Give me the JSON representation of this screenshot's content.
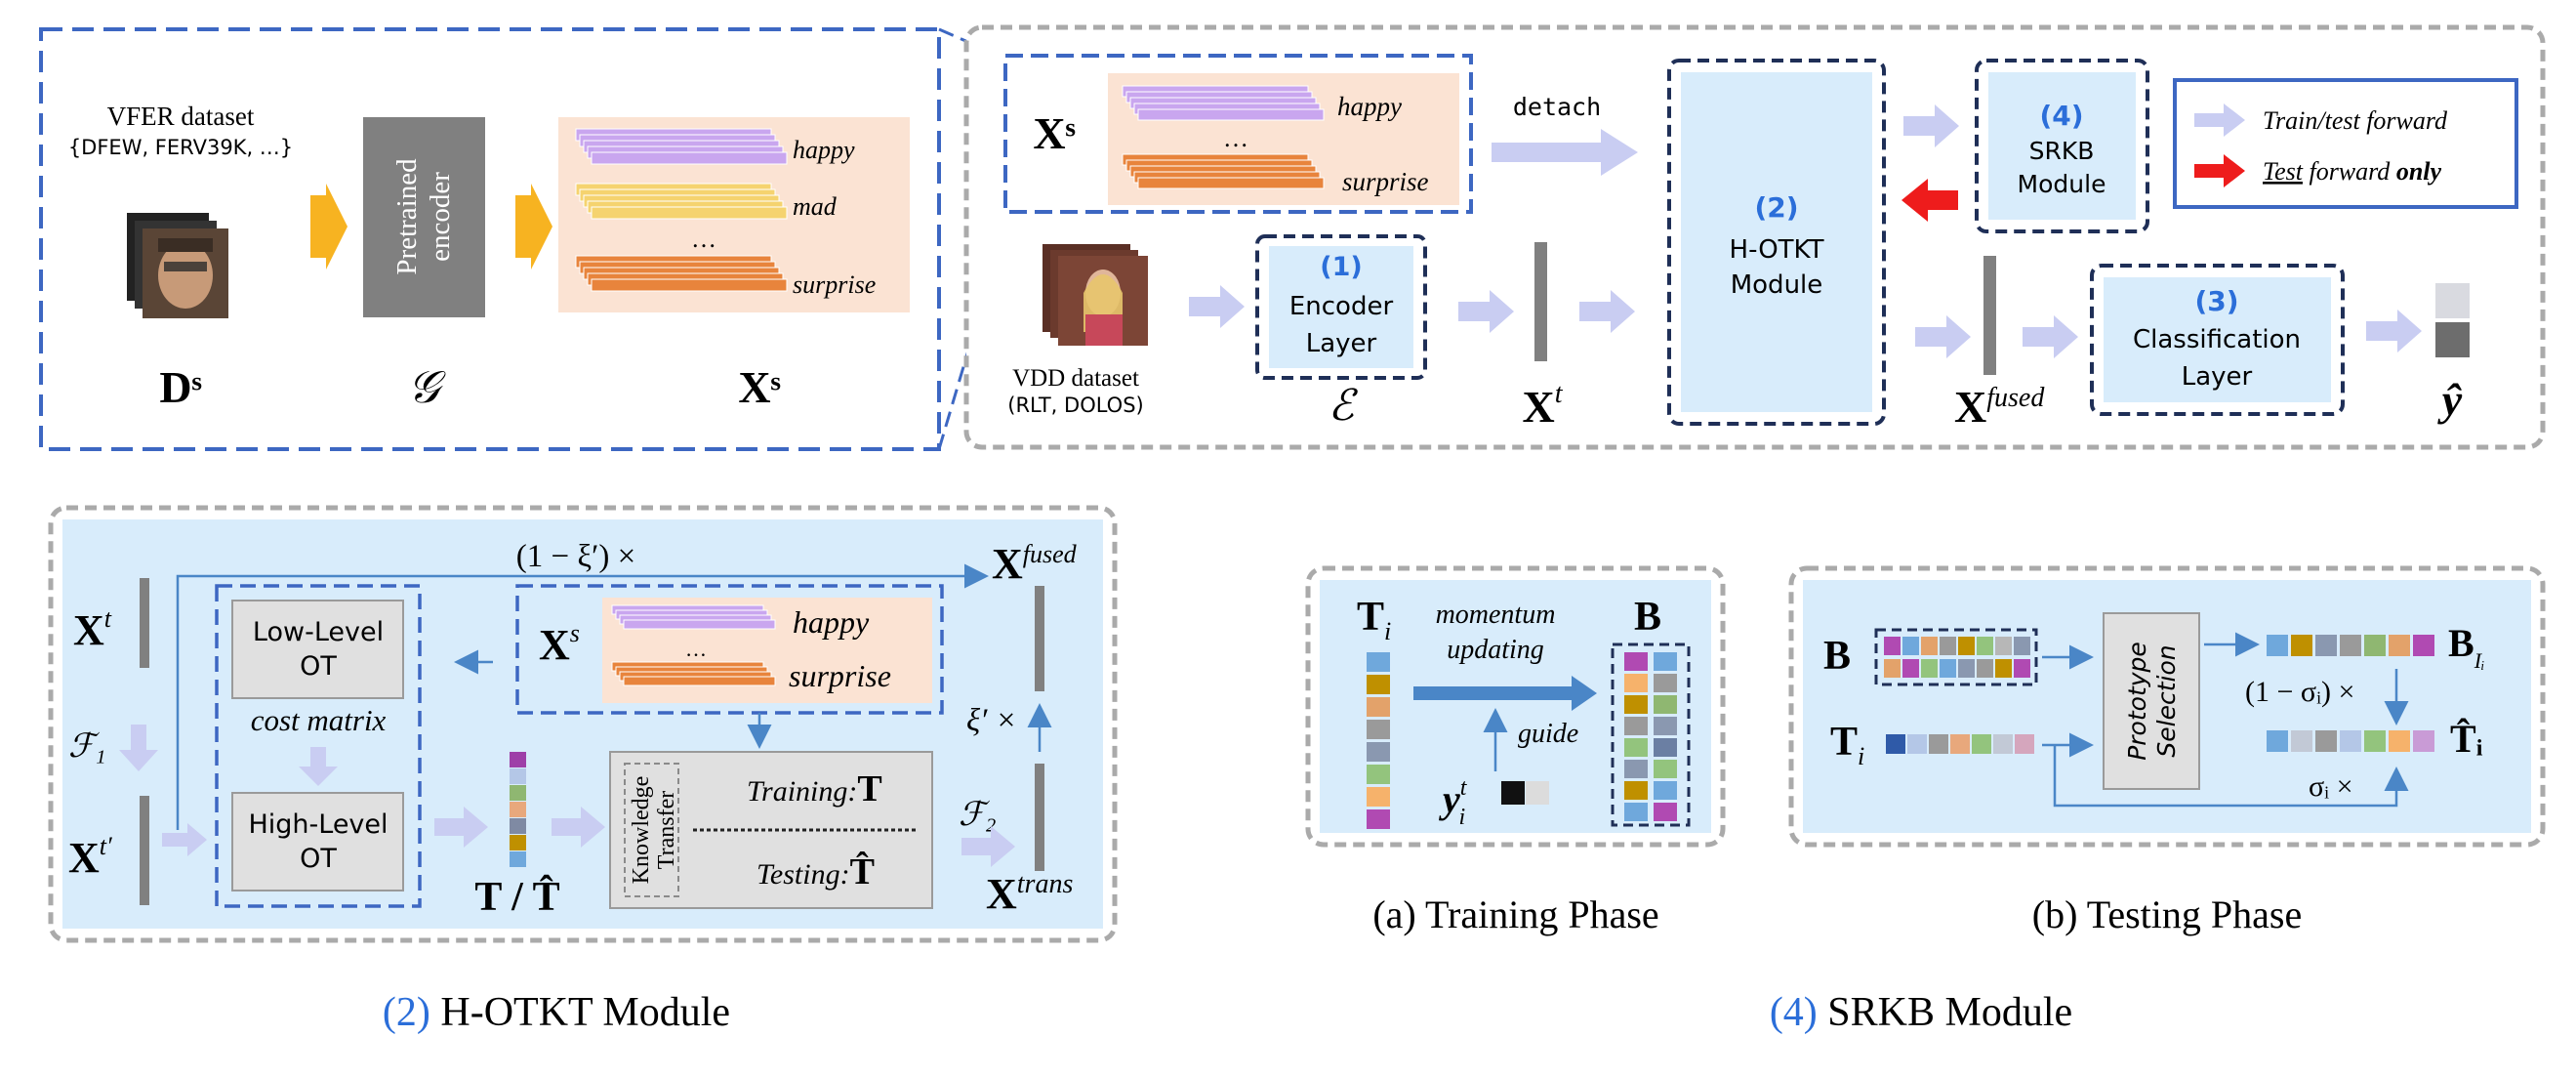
{
  "pipeline": {
    "source": {
      "dataset_title": "VFER dataset",
      "dataset_list": "{DFEW, FERV39K, …}",
      "encoder_label": "Pretrained\nencoder",
      "label_Ds": "Dˢ",
      "label_G": "𝒢",
      "label_Xs": "Xˢ",
      "classes": [
        "happy",
        "mad",
        "…",
        "surprise"
      ]
    },
    "main": {
      "xs_label": "Xˢ",
      "xs_classes": [
        "happy",
        "…",
        "surprise"
      ],
      "detach_label": "detach",
      "vdd_title": "VDD dataset",
      "vdd_list": "(RLT, DOLOS)",
      "encoder_num": "(1)",
      "encoder_text": "Encoder\nLayer",
      "encoder_symbol": "ℰ",
      "xt_label": "Xᵗ",
      "hotkt_num": "(2)",
      "hotkt_text": "H-OTKT\nModule",
      "srkb_num": "(4)",
      "srkb_text": "SRKB\nModule",
      "cls_num": "(3)",
      "cls_text": "Classification\nLayer",
      "xfused_label": "X",
      "xfused_sup": "fused",
      "yhat_label": "ŷ",
      "legend": {
        "train_test": "Train/test forward",
        "test_word": "Test",
        "forward_word": " forward ",
        "only_word": "only"
      }
    }
  },
  "hotkt": {
    "coef_top": "(1 − ξ′) ×",
    "xfused": "X",
    "xfused_sup": "fused",
    "xt": "Xᵗ",
    "f1": "ℱ₁",
    "xt_prime": "Xᵗ′",
    "low_ot": "Low-Level\nOT",
    "cost_matrix": "cost matrix",
    "high_ot": "High-Level\nOT",
    "xs": "Xˢ",
    "classes": [
      "happy",
      "…",
      "surprise"
    ],
    "t_label": "T / T̂",
    "knowledge_transfer": "Knowledge\nTransfer",
    "training": "Training:",
    "training_sym": "T",
    "testing": "Testing:",
    "testing_sym": "T̂",
    "xi_coef": "ξ′ ×",
    "f2": "ℱ₂",
    "xtrans": "X",
    "xtrans_sup": "trans",
    "caption_num": "(2)",
    "caption_text": " H-OTKT Module"
  },
  "srkb": {
    "training": {
      "ti": "Tᵢ",
      "momentum": "momentum\nupdating",
      "b": "B",
      "guide": "guide",
      "y": "y",
      "y_sup": "t",
      "y_sub": "i",
      "caption": "(a) Training Phase"
    },
    "testing": {
      "b": "B",
      "ti": "Tᵢ",
      "prototype": "Prototype\nSelection",
      "b_ii": "B",
      "b_ii_sub": "Iᵢ",
      "one_minus_sigma": "(1 − σᵢ) ×",
      "t_hat": "T̂ᵢ",
      "sigma": "σᵢ ×",
      "caption": "(b) Testing Phase"
    },
    "caption_num": "(4)",
    "caption_text": " SRKB Module"
  },
  "colors": {
    "accent_blue": "#3d67c2",
    "num_blue": "#2b6ed9",
    "light_blue_fill": "#d8ecfb",
    "peach_fill": "#fbe3d3",
    "gray_block": "#808080",
    "arrow_light": "#c9cdf2",
    "arrow_red": "#ee1c1c",
    "arrow_orange": "#f7b321",
    "purple": "#c9a6ef",
    "yellow": "#f5d36f",
    "orange": "#e8843c"
  }
}
